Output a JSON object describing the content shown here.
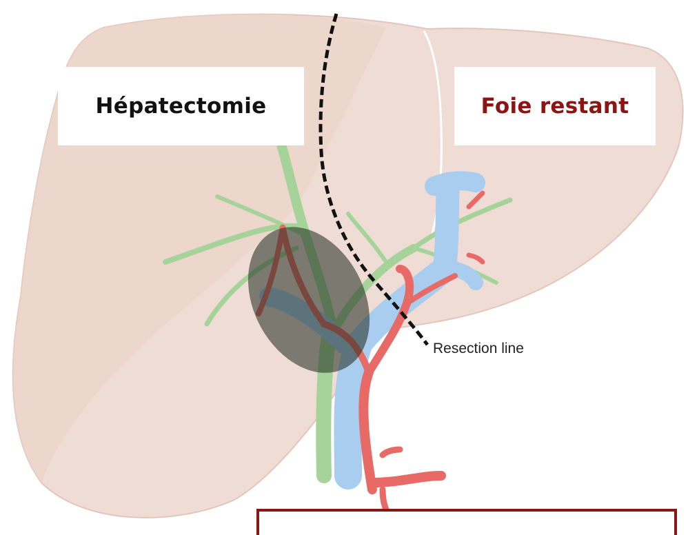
{
  "labels": {
    "hepatectomie": "Hépatectomie",
    "foie_restant": "Foie restant",
    "resection_line": "Resection line"
  },
  "colors": {
    "liver": "#efdcd4",
    "liver_lobe_highlight": "#e9cfc5",
    "portal_vein": "#a9cdee",
    "hepatic_artery": "#e86a66",
    "bile_duct": "#a6d39a",
    "tumor_shadow": "#1e2a1e",
    "remnant_label": "#8b1414",
    "caption_border": "#8b1414"
  }
}
